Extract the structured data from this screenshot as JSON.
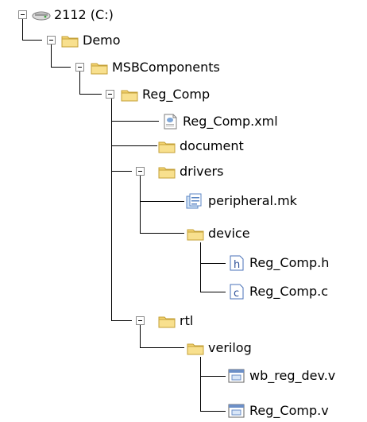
{
  "tree": {
    "nodes": [
      {
        "id": "drive",
        "label": "2112 (C:)",
        "icon": "drive-icon",
        "depth": 0,
        "expanded": true
      },
      {
        "id": "demo",
        "label": "Demo",
        "icon": "folder-icon",
        "depth": 1,
        "expanded": true
      },
      {
        "id": "msbcomponents",
        "label": "MSBComponents",
        "icon": "folder-icon",
        "depth": 2,
        "expanded": true
      },
      {
        "id": "reg_comp",
        "label": "Reg_Comp",
        "icon": "folder-icon",
        "depth": 3,
        "expanded": true
      },
      {
        "id": "reg_comp_xml",
        "label": "Reg_Comp.xml",
        "icon": "xml-file-icon",
        "depth": 4
      },
      {
        "id": "document",
        "label": "document",
        "icon": "folder-icon",
        "depth": 4
      },
      {
        "id": "drivers",
        "label": "drivers",
        "icon": "folder-icon",
        "depth": 4,
        "expanded": true
      },
      {
        "id": "peripheral_mk",
        "label": "peripheral.mk",
        "icon": "makefile-icon",
        "depth": 5
      },
      {
        "id": "device",
        "label": "device",
        "icon": "folder-icon",
        "depth": 5
      },
      {
        "id": "reg_comp_h",
        "label": "Reg_Comp.h",
        "icon": "h-file-icon",
        "depth": 6
      },
      {
        "id": "reg_comp_c",
        "label": "Reg_Comp.c",
        "icon": "c-file-icon",
        "depth": 6
      },
      {
        "id": "rtl",
        "label": "rtl",
        "icon": "folder-icon",
        "depth": 4,
        "expanded": true
      },
      {
        "id": "verilog",
        "label": "verilog",
        "icon": "folder-icon",
        "depth": 5
      },
      {
        "id": "wb_reg_dev_v",
        "label": "wb_reg_dev.v",
        "icon": "verilog-file-icon",
        "depth": 6
      },
      {
        "id": "reg_comp_v",
        "label": "Reg_Comp.v",
        "icon": "verilog-file-icon",
        "depth": 6
      }
    ]
  }
}
